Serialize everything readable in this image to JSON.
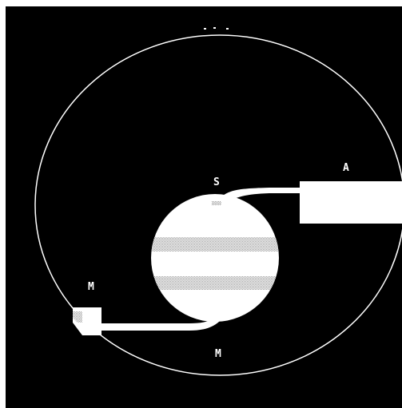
{
  "scene": {
    "background_color": "#000000",
    "foreground_color": "#ffffff",
    "planet_band_color": "#c8c8c8"
  },
  "labels": {
    "station_top": "S",
    "station_right": "A",
    "station_left": "M",
    "station_bottom": "M"
  }
}
